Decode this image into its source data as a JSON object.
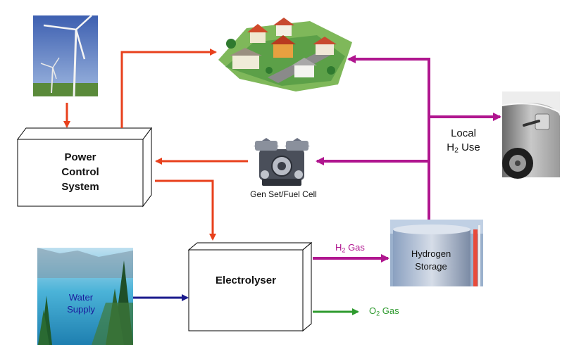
{
  "power_control": {
    "line1": "Power",
    "line2": "Control",
    "line3": "System"
  },
  "electrolyser": {
    "label": "Electrolyser"
  },
  "gen_set": {
    "label": "Gen Set/Fuel Cell"
  },
  "hydrogen_storage": {
    "line1": "Hydrogen",
    "line2": "Storage"
  },
  "water_supply": {
    "line1": "Water",
    "line2": "Supply"
  },
  "local_use": {
    "line1": "Local",
    "h_symbol": "H",
    "sub": "2",
    "rest": " Use"
  },
  "h2_gas": {
    "symbol": "H",
    "sub": "2",
    "rest": " Gas"
  },
  "o2_gas": {
    "symbol": "O",
    "sub": "2",
    "rest": " Gas"
  },
  "colors": {
    "power_arrow": "#e8401c",
    "hydrogen_arrow": "#b0168f",
    "water_arrow": "#1a1a8c",
    "oxygen_arrow": "#2e9a2e",
    "water_text": "#1a1a9c"
  }
}
